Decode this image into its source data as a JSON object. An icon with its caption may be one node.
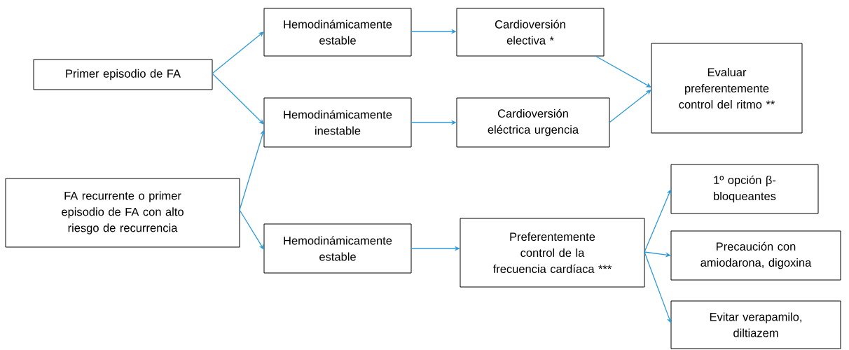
{
  "diagram": {
    "nodes": [
      {
        "text": [
          "Primer episodio de FA"
        ]
      },
      {
        "text": [
          "FA recurrente o primer episodio de FA con alto riesgo de recurrencia"
        ]
      },
      {
        "text": [
          "Hemodinámicamente estable"
        ]
      },
      {
        "text": [
          "Cardioversión electiva *"
        ]
      },
      {
        "text": [
          "Hemodinámicamente inestable"
        ]
      },
      {
        "text": [
          "Cardioversión eléctrica urgencia"
        ]
      },
      {
        "text": [
          "Evaluar preferentemente control del ritmo **"
        ]
      },
      {
        "text": [
          "Hemodinámicamente estable"
        ]
      },
      {
        "text": [
          "Preferentemente control de la frecuencia cardíaca ***"
        ]
      },
      {
        "text": [
          "1º opción β-bloqueantes"
        ]
      },
      {
        "text": [
          "Precaución con amiodarona, digoxina"
        ]
      },
      {
        "text": [
          "Evitar verapamilo, diltiazem"
        ]
      }
    ],
    "edges": [
      {
        "from": 0,
        "to": 2,
        "arrow": "to"
      },
      {
        "from": 0,
        "to": 4,
        "arrow": "to"
      },
      {
        "from": 1,
        "to": 4,
        "arrow": "to"
      },
      {
        "from": 1,
        "to": 7,
        "arrow": "to"
      },
      {
        "from": 2,
        "to": 3,
        "arrow": "to"
      },
      {
        "from": 4,
        "to": 5,
        "arrow": "to"
      },
      {
        "from": 3,
        "to": 6,
        "arrow": "to"
      },
      {
        "from": 5,
        "to": 6,
        "arrow": "to"
      },
      {
        "from": 7,
        "to": 8,
        "arrow": "to"
      },
      {
        "from": 8,
        "to": 9,
        "arrow": "to"
      },
      {
        "from": 8,
        "to": 10,
        "arrow": "to"
      },
      {
        "from": 8,
        "to": 11,
        "arrow": "to"
      }
    ]
  }
}
